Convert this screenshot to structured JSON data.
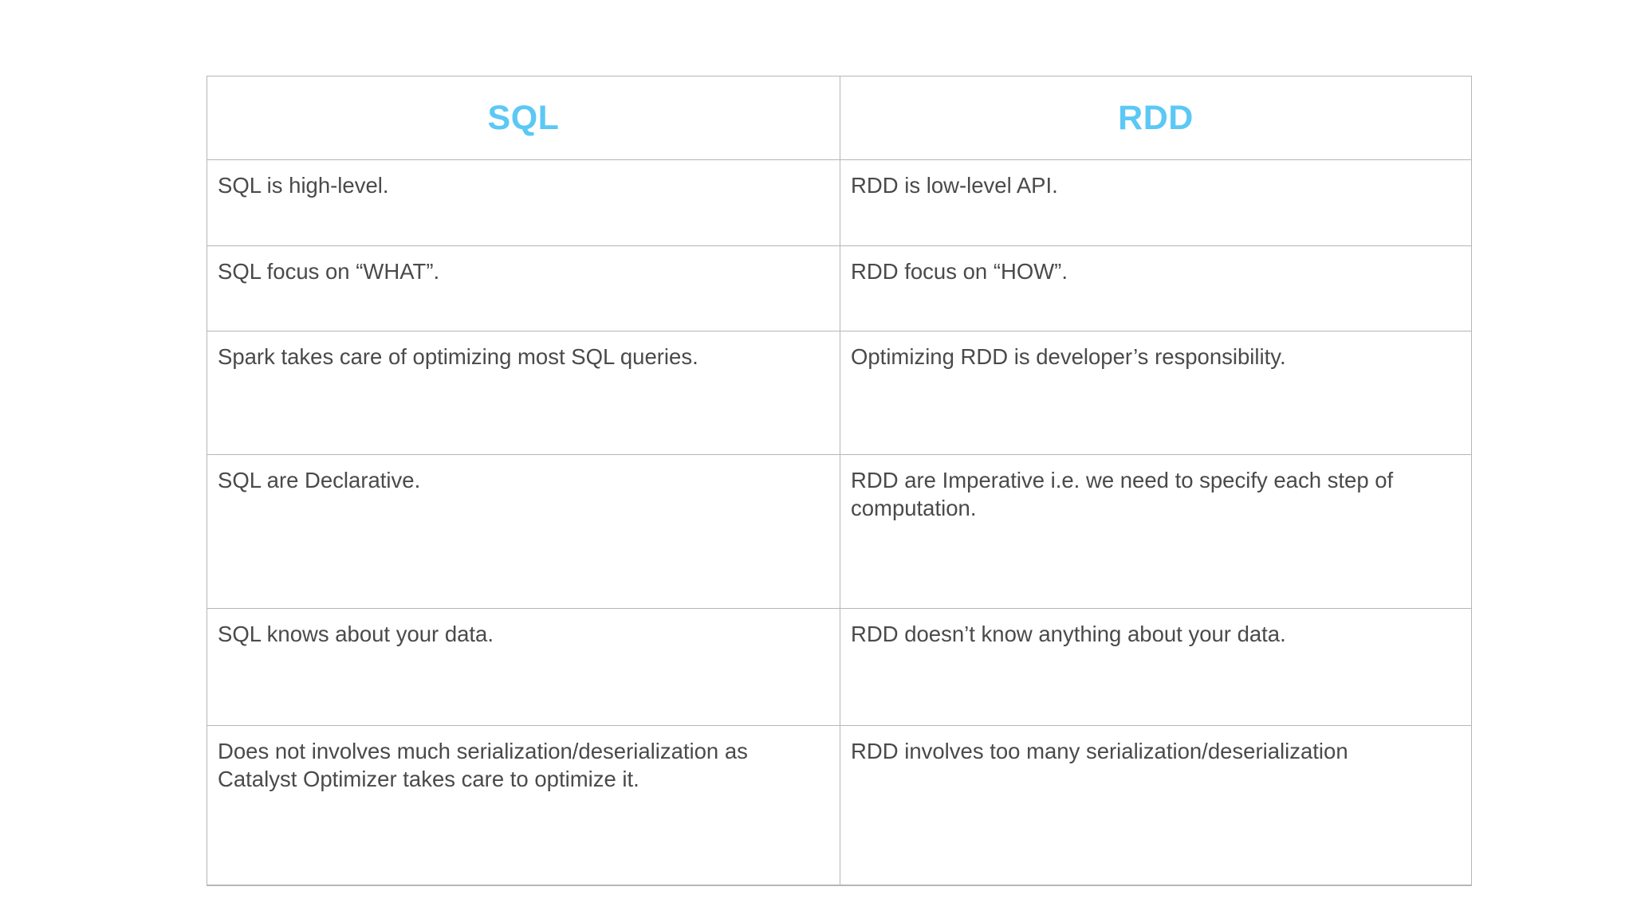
{
  "table": {
    "headers": [
      {
        "label": "SQL",
        "name": "column-header-sql"
      },
      {
        "label": "RDD",
        "name": "column-header-rdd"
      }
    ],
    "header_color": "#5bc8f5",
    "body_text_color": "#4a4a4a",
    "border_color": "#b6b6bb",
    "background_color": "#ffffff",
    "rows": [
      {
        "sql": "SQL is high-level.",
        "rdd": "RDD is low-level API."
      },
      {
        "sql": "SQL focus on “WHAT”.",
        "rdd": "RDD focus on “HOW”."
      },
      {
        "sql": "Spark takes care of optimizing most SQL queries.",
        "rdd": "Optimizing RDD is developer’s responsibility."
      },
      {
        "sql": "SQL are Declarative.",
        "rdd": "RDD are Imperative i.e. we need to specify each step of computation."
      },
      {
        "sql": "SQL knows about your data.",
        "rdd": "RDD doesn’t know anything about your data."
      },
      {
        "sql": "Does not involves much serialization/deserialization as Catalyst Optimizer takes care to optimize it.",
        "rdd": "RDD involves too many serialization/deserialization"
      }
    ]
  }
}
